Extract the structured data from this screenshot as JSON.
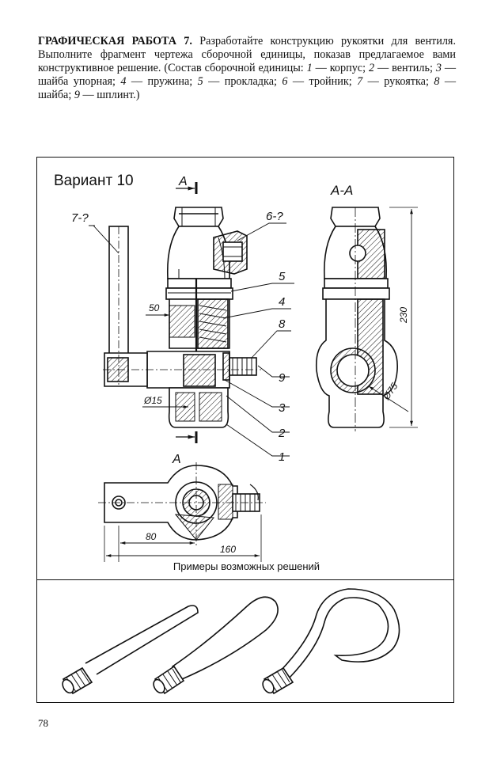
{
  "task": {
    "heading": "ГРАФИЧЕСКАЯ РАБОТА 7.",
    "intro": " Разработайте конструкцию рукоятки для вентиля. Выполните фрагмент чертежа сборочной единицы, показав предлагаемое вами конструктивное решение. (Состав сборочной единицы: ",
    "parts": [
      {
        "n": "1",
        "name": "корпус"
      },
      {
        "n": "2",
        "name": "вентиль"
      },
      {
        "n": "3",
        "name": "шайба упорная"
      },
      {
        "n": "4",
        "name": "пружина"
      },
      {
        "n": "5",
        "name": "прокладка"
      },
      {
        "n": "6",
        "name": "тройник"
      },
      {
        "n": "7",
        "name": "рукоятка"
      },
      {
        "n": "8",
        "name": "шайба"
      },
      {
        "n": "9",
        "name": "шплинт"
      }
    ],
    "dash": " — ",
    "close": ".)"
  },
  "drawing": {
    "variant": "Вариант 10",
    "section_mark": "A",
    "section_title": "A-A",
    "callouts": [
      "7-?",
      "6-?",
      "5",
      "4",
      "8",
      "9",
      "3",
      "2",
      "1"
    ],
    "dimensions": {
      "d50": "50",
      "d15": "Ø15",
      "d230": "230",
      "d75": "Ø75",
      "d80": "80",
      "d160": "160"
    }
  },
  "examples_caption": "Примеры возможных решений",
  "page_number": "78"
}
